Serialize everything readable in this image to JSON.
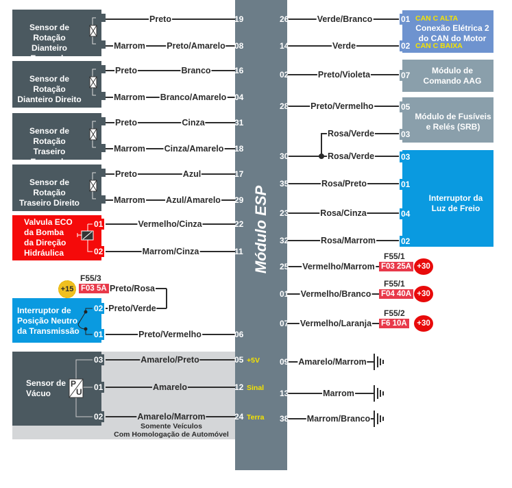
{
  "module": {
    "title": "Módulo ESP"
  },
  "left_components": [
    {
      "name": "Sensor de Rotação\nDianteiro Esquerdo",
      "line1": "Sensor de Rotação",
      "line2": "Dianteiro Esquerdo",
      "wires": [
        {
          "sensor_color": "",
          "color": "Preto",
          "pin": "19"
        },
        {
          "sensor_color": "Marrom",
          "color": "Preto/Amarelo",
          "pin": "08"
        }
      ]
    },
    {
      "line1": "Sensor de Rotação",
      "line2": "Dianteiro Direito",
      "wires": [
        {
          "sensor_color": "Preto",
          "color": "Branco",
          "pin": "16"
        },
        {
          "sensor_color": "Marrom",
          "color": "Branco/Amarelo",
          "pin": "04"
        }
      ]
    },
    {
      "line1": "Sensor de Rotação",
      "line2": "Traseiro Esquerdo",
      "wires": [
        {
          "sensor_color": "Preto",
          "color": "Cinza",
          "pin": "31"
        },
        {
          "sensor_color": "Marrom",
          "color": "Cinza/Amarelo",
          "pin": "18"
        }
      ]
    },
    {
      "line1": "Sensor de Rotação",
      "line2": "Traseiro Direito",
      "wires": [
        {
          "sensor_color": "Preto",
          "color": "Azul",
          "pin": "17"
        },
        {
          "sensor_color": "Marrom",
          "color": "Azul/Amarelo",
          "pin": "29"
        }
      ]
    }
  ],
  "valve": {
    "lines": [
      "Valvula ECO",
      "da Bomba",
      "da Direção",
      "Hidráulica"
    ],
    "wires": [
      {
        "comp_pin": "01",
        "color": "Vermelho/Cinza",
        "pin": "22"
      },
      {
        "comp_pin": "02",
        "color": "Marrom/Cinza",
        "pin": "11"
      }
    ]
  },
  "neutral_switch": {
    "lines": [
      "Interruptor de",
      "Posição Neutro",
      "da Transmissão"
    ],
    "supply": "+15",
    "fuse_location": "F55/3",
    "fuse": "F03 5A",
    "supply_wire": "Preto/Rosa",
    "wires": [
      {
        "comp_pin": "02",
        "color": "Preto/Verde"
      },
      {
        "comp_pin": "01",
        "color": "Preto/Vermelho",
        "pin": "06"
      }
    ]
  },
  "vacuum_sensor": {
    "lines": [
      "Sensor de",
      "Vácuo"
    ],
    "symbol_top": "P",
    "symbol_bottom": "U",
    "wires": [
      {
        "comp_pin": "03",
        "color": "Amarelo/Preto",
        "pin": "05",
        "signal": "+5V"
      },
      {
        "comp_pin": "01",
        "color": "Amarelo",
        "pin": "12",
        "signal": "Sinal"
      },
      {
        "comp_pin": "02",
        "color": "Amarelo/Marrom",
        "pin": "24",
        "signal": "Terra"
      }
    ],
    "note_line1": "Somente Veículos",
    "note_line2": "Com Homologação de Automóvel"
  },
  "can_module": {
    "lines": [
      "Conexão Elétrica 2",
      "do CAN do Motor"
    ],
    "wires": [
      {
        "pin": "26",
        "color": "Verde/Branco",
        "comp_pin": "01",
        "signal": "CAN C ALTA"
      },
      {
        "pin": "14",
        "color": "Verde",
        "comp_pin": "02",
        "signal": "CAN C BAIXA"
      }
    ]
  },
  "aag_module": {
    "lines": [
      "Módulo de",
      "Comando AAG"
    ],
    "wires": [
      {
        "pin": "02",
        "color": "Preto/Violeta",
        "comp_pin": "07"
      }
    ]
  },
  "srb_module": {
    "lines": [
      "Módulo de Fusíveis",
      "e Relés (SRB)"
    ],
    "wires": [
      {
        "pin": "28",
        "color": "Preto/Vermelho",
        "comp_pin": "05"
      },
      {
        "color": "Rosa/Verde",
        "comp_pin": "03"
      }
    ]
  },
  "brake_switch": {
    "lines": [
      "Interruptor da",
      "Luz de Freio"
    ],
    "wires": [
      {
        "pin": "30",
        "color": "Rosa/Verde",
        "comp_pin": "03"
      },
      {
        "pin": "35",
        "color": "Rosa/Preto",
        "comp_pin": "01"
      },
      {
        "pin": "23",
        "color": "Rosa/Cinza",
        "comp_pin": "04"
      },
      {
        "pin": "32",
        "color": "Rosa/Marrom",
        "comp_pin": "02"
      }
    ]
  },
  "power_feeds": [
    {
      "pin": "25",
      "color": "Vermelho/Marrom",
      "fuse_location": "F55/1",
      "fuse": "F03 25A",
      "supply": "+30"
    },
    {
      "pin": "01",
      "color": "Vermelho/Branco",
      "fuse_location": "F55/1",
      "fuse": "F04 40A",
      "supply": "+30"
    },
    {
      "pin": "07",
      "color": "Vermelho/Laranja",
      "fuse_location": "F55/2",
      "fuse": "F6 10A",
      "supply": "+30"
    }
  ],
  "grounds": [
    {
      "pin": "09",
      "color": "Amarelo/Marrom"
    },
    {
      "pin": "13",
      "color": "Marrom"
    },
    {
      "pin": "38",
      "color": "Marrom/Branco"
    }
  ],
  "colors": {
    "module": "#6c7d88",
    "sensor_box": "#4b5960",
    "valve": "#f50a0a",
    "switch": "#0a9ae0",
    "can": "#6e93cf",
    "gray_module": "#8a9fab",
    "fuse": "#e8394a",
    "signal_text": "#f5e300"
  }
}
